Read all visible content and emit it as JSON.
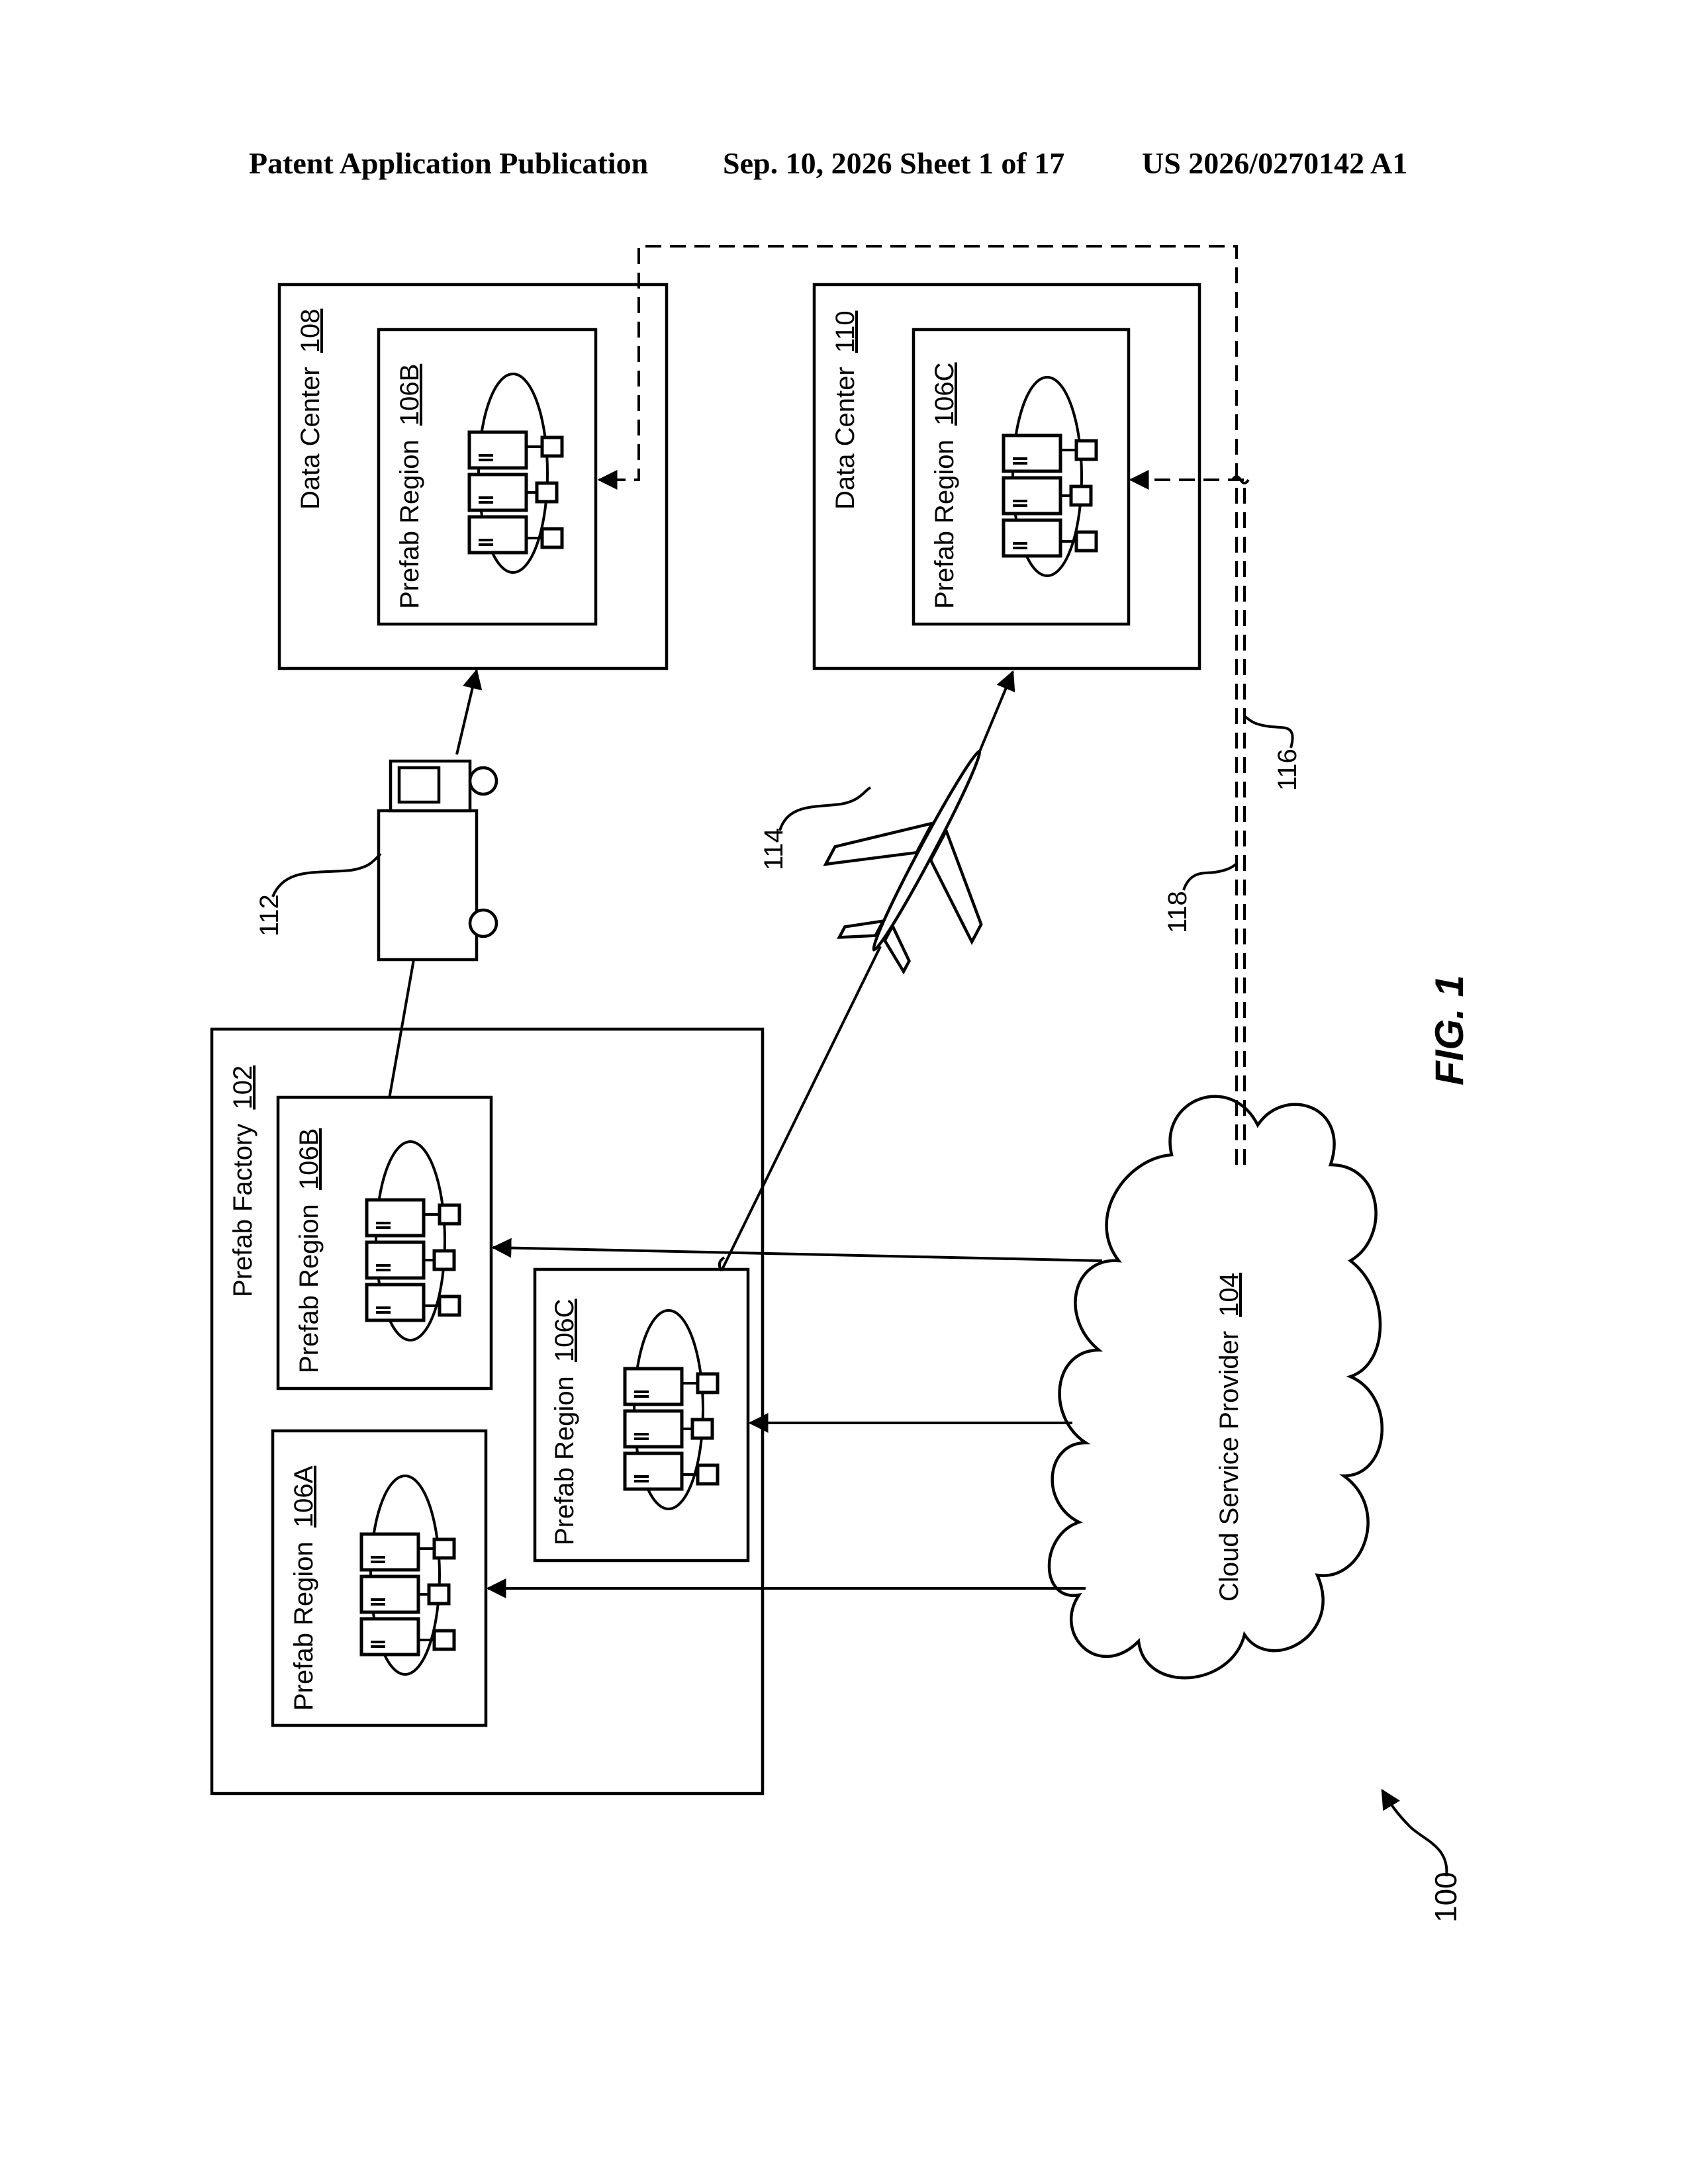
{
  "header": {
    "publication": "Patent Application Publication",
    "date_sheet": "Sep. 10, 2026  Sheet 1 of 17",
    "patent_number": "US 2026/0270142 A1"
  },
  "figure_label": "FIG. 1",
  "system_ref": "100",
  "prefab_factory": {
    "label": "Prefab Factory",
    "ref": "102"
  },
  "cloud": {
    "label": "Cloud Service Provider",
    "ref": "104"
  },
  "regions": {
    "a": {
      "label": "Prefab Region",
      "ref": "106A"
    },
    "b": {
      "label": "Prefab Region",
      "ref": "106B"
    },
    "c": {
      "label": "Prefab Region",
      "ref": "106C"
    },
    "dcb": {
      "label": "Prefab Region",
      "ref": "106B"
    },
    "dcc": {
      "label": "Prefab Region",
      "ref": "106C"
    }
  },
  "data_center_108": {
    "label": "Data Center",
    "ref": "108"
  },
  "data_center_110": {
    "label": "Data Center",
    "ref": "110"
  },
  "refs": {
    "truck": "112",
    "plane": "114",
    "link_116": "116",
    "link_118": "118"
  }
}
